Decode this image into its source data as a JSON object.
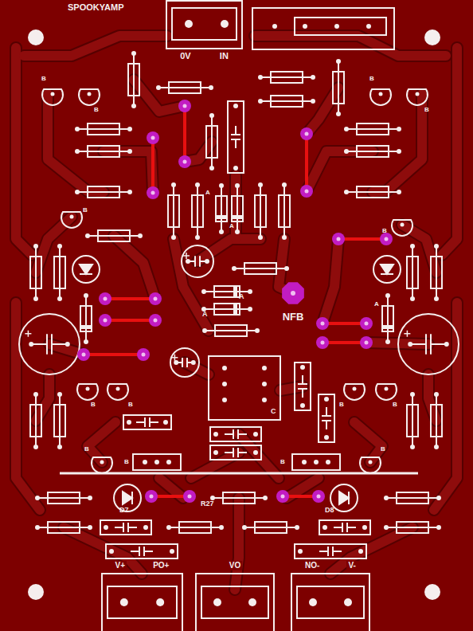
{
  "diagram": {
    "nodes": [
      {
        "text": [
          "0V",
          "IN"
        ]
      },
      {
        "text": [
          "NFB"
        ]
      },
      {
        "text": [
          "V+",
          "PO+"
        ]
      },
      {
        "text": [
          "VO"
        ]
      },
      {
        "text": [
          "NO-",
          "V-"
        ]
      }
    ],
    "labels": [
      "SPOOKYAMP",
      "B",
      "B",
      "B",
      "B",
      "B",
      "B",
      "A",
      "A",
      "A",
      "A",
      "A",
      "B",
      "B",
      "B",
      "B",
      "C",
      "B",
      "B",
      "B",
      "B",
      "D7",
      "R27",
      "D8"
    ]
  }
}
